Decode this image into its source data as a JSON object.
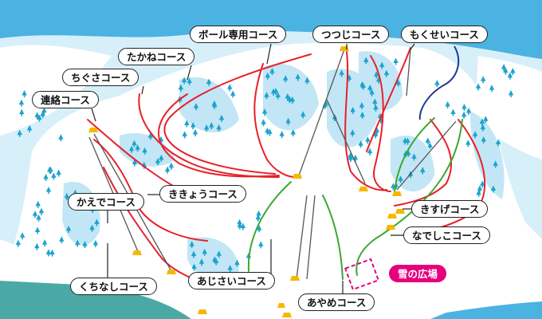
{
  "map": {
    "colors": {
      "sky": "#4ab3e2",
      "snow": "#ffffff",
      "forest_shade": "#c2e6f6",
      "red_course": "#e8202a",
      "green_course": "#3aa832",
      "blue_course": "#1d3c8f",
      "lift_line": "#555555",
      "lift_station": "#f5b800",
      "snow_plaza": "#e5007e",
      "tree": "#1da3cf"
    },
    "labels": [
      {
        "id": "ball",
        "text": "ボール専用コース"
      },
      {
        "id": "tsutsuji",
        "text": "つつじコース"
      },
      {
        "id": "mokusei",
        "text": "もくせいコース"
      },
      {
        "id": "takane",
        "text": "たかねコース"
      },
      {
        "id": "chigusa",
        "text": "ちぐさコース"
      },
      {
        "id": "renraku",
        "text": "連絡コース"
      },
      {
        "id": "kikyo",
        "text": "ききょうコース"
      },
      {
        "id": "kaede",
        "text": "かえでコース"
      },
      {
        "id": "kisuge",
        "text": "きすげコース"
      },
      {
        "id": "nadeshiko",
        "text": "なでしこコース"
      },
      {
        "id": "yuki",
        "text": "雪の広場"
      },
      {
        "id": "ajisai",
        "text": "あじさいコース"
      },
      {
        "id": "kuchinashi",
        "text": "くちなしコース"
      },
      {
        "id": "ayame",
        "text": "あやめコース"
      }
    ]
  }
}
